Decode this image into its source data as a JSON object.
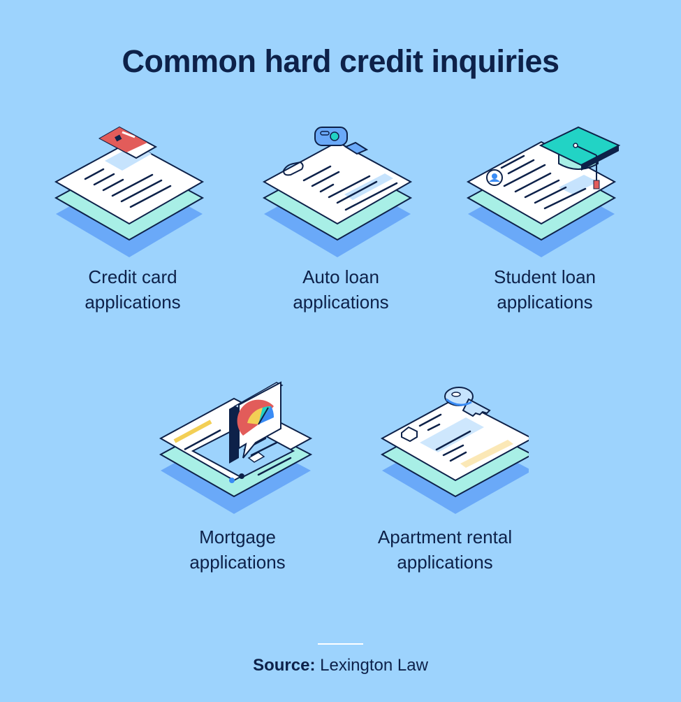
{
  "title": "Common hard credit inquiries",
  "items": [
    {
      "line1": "Credit card",
      "line2": "applications",
      "icon": "credit-card-document-icon"
    },
    {
      "line1": "Auto loan",
      "line2": "applications",
      "icon": "car-key-document-icon"
    },
    {
      "line1": "Student loan",
      "line2": "applications",
      "icon": "graduation-cap-document-icon"
    },
    {
      "line1": "Mortgage",
      "line2": "applications",
      "icon": "credit-score-gauge-document-icon"
    },
    {
      "line1": "Apartment rental",
      "line2": "applications",
      "icon": "house-key-document-icon"
    }
  ],
  "source": {
    "label": "Source:",
    "value": "Lexington Law"
  },
  "colors": {
    "background": "#9dd3fd",
    "text": "#0d2149",
    "paper": "#ffffff",
    "paper_back": "#a8efe6",
    "shadow": "#6aa9f8",
    "card_red": "#e25c5a",
    "cap_teal": "#22d3c5",
    "highlight_yellow": "#f3cf55"
  }
}
